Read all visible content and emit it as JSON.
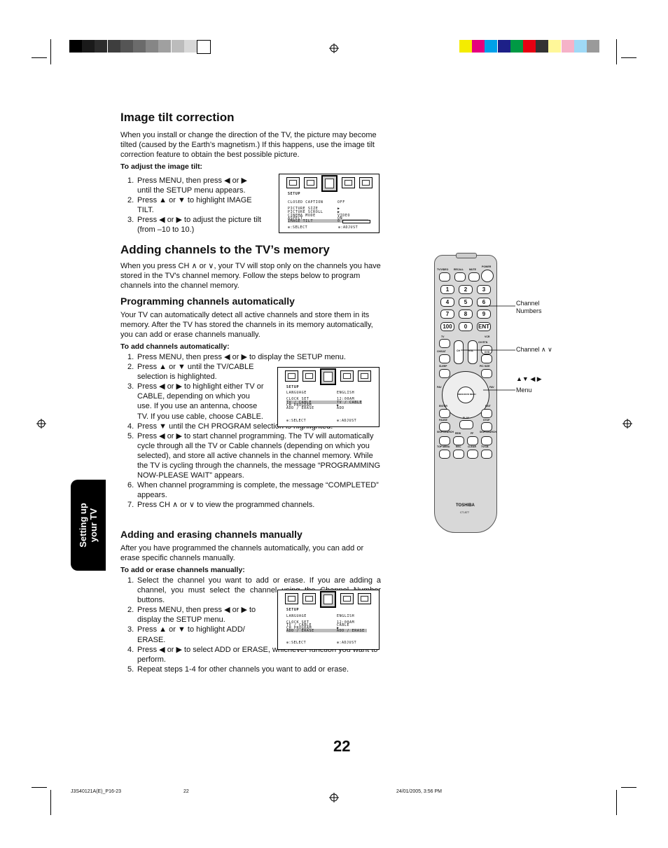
{
  "page": {
    "page_number": "22",
    "footer_left": "J3S40121A(E)_P16-23",
    "footer_mid": "22",
    "footer_right": "24/01/2005, 3:56 PM",
    "side_tab_line1": "Setting up",
    "side_tab_line2": "your TV"
  },
  "colors": {
    "gray_bar": [
      "#000000",
      "#1a1a1a",
      "#2c2c2c",
      "#3e3e3e",
      "#555555",
      "#6b6b6b",
      "#868686",
      "#a0a0a0",
      "#bcbcbc",
      "#d8d8d8",
      "#ffffff"
    ],
    "color_bar": [
      "#f4ec00",
      "#e6007e",
      "#00a0e9",
      "#1d2088",
      "#009944",
      "#e60012",
      "#333333",
      "#fff799",
      "#f5b2c8",
      "#9fd9f6",
      "#9a9a9a"
    ]
  },
  "tilt": {
    "title": "Image tilt correction",
    "intro": "When you install or change the direction of the TV, the picture may become tilted (caused by the Earth’s magnetism.) If this happens, use the image tilt correction feature to obtain the best possible picture.",
    "subhead": "To adjust the image tilt:",
    "steps": [
      "Press MENU, then press ◀ or ▶ until the SETUP menu appears.",
      "Press ▲ or ▼ to highlight IMAGE TILT.",
      "Press ◀ or ▶ to adjust the picture tilt (from –10 to 10.)"
    ],
    "osd": {
      "header": "SETUP",
      "rows": [
        "CLOSED CAPTION",
        "PICTURE SIZE",
        "PICTURE SCROLL",
        "CINEMA MODE",
        "ASPECT",
        "IMAGE TILT"
      ],
      "values": [
        "OFF",
        "▶",
        "▶",
        "VIDEO",
        "ON",
        "0"
      ],
      "footer_left": ":SELECT",
      "footer_right": ":ADJUST"
    }
  },
  "memory": {
    "title": "Adding channels to the TV’s memory",
    "intro": "When you press CH ∧ or ∨, your TV will stop only on the channels you have stored in the TV's channel memory. Follow the steps below to program channels into the channel memory.",
    "auto_title": "Programming channels automatically",
    "auto_intro": "Your TV can automatically detect all active channels and store them in its memory. After the TV has stored the channels in its memory automatically, you can add or erase channels manually.",
    "auto_sub": "To add channels automatically:",
    "auto_steps": [
      "Press MENU, then press ◀ or ▶ to display the SETUP menu.",
      "Press ▲ or ▼ until the TV/CABLE selection is highlighted.",
      "Press ◀ or ▶ to highlight either TV or CABLE, depending on which you use. If you use an antenna, choose TV. If you use cable, choose CABLE.",
      "Press ▼ until the CH PROGRAM selection is highlighted.",
      "Press ◀ or ▶ to start channel programming. The TV will automatically cycle through all the TV or Cable channels (depending on which you selected), and store all active channels in the channel memory. While the TV is cycling through the channels, the message “PROGRAMMING NOW-PLEASE WAIT” appears.",
      "When channel programming is complete, the message “COMPLETED” appears.",
      "Press CH ∧ or ∨ to view the programmed channels."
    ],
    "osd": {
      "header": "SETUP",
      "rows": [
        "LANGUAGE",
        "CLOCK SET",
        "TV / CABLE",
        "CH PROGRAM",
        "ADD / ERASE"
      ],
      "values": [
        "ENGLISH",
        "12:00AM",
        "TV / CABLE",
        "▶",
        "ADD"
      ],
      "footer_left": ":SELECT",
      "footer_right": ":ADJUST"
    },
    "manual_title": "Adding and erasing channels manually",
    "manual_intro": "After you have programmed the channels automatically, you can add or erase specific channels manually.",
    "manual_sub": "To add or erase channels manually:",
    "manual_steps": [
      "Select the channel you want to add or erase. If you are adding a channel, you must select the channel using the Channel Number buttons.",
      "Press MENU, then press ◀ or ▶ to display the SETUP menu.",
      "Press ▲ or ▼ to highlight ADD/ ERASE.",
      "Press ◀ or ▶ to select ADD or ERASE, whichever function you want to perform.",
      "Repeat steps 1-4 for other channels you want to add or erase."
    ],
    "osd2": {
      "header": "SETUP",
      "rows": [
        "LANGUAGE",
        "CLOCK SET",
        "TV / CABLE",
        "CH PROGRAM",
        "ADD / ERASE"
      ],
      "values": [
        "ENGLISH",
        "12:00AM",
        "CABLE",
        "▶",
        "ADD / ERASE"
      ],
      "footer_left": ":SELECT",
      "footer_right": ":ADJUST"
    }
  },
  "remote": {
    "brand": "TOSHIBA",
    "model": "CT-877",
    "top_labels": [
      "TV/VIDEO",
      "RECALL",
      "MUTE",
      "POWER"
    ],
    "digits": [
      "1",
      "2",
      "3",
      "4",
      "5",
      "6",
      "7",
      "8",
      "9",
      "100",
      "0",
      "ENT"
    ],
    "labels": {
      "tv": "TV",
      "vcr": "VCR",
      "chrtn": "CH RTN",
      "chsat": "CH/SAT",
      "dvd": "DVD",
      "sleep": "SLEEP",
      "picsize": "PIC SIZE",
      "ch": "CH",
      "vol": "VOL",
      "fav1": "FAV",
      "fav2": "FAV",
      "menu": "MENU/DVD MENU",
      "enter": "ENTER",
      "exit": "EXIT",
      "pause": "PAUSE",
      "play": "PLAY",
      "stop": "STOP",
      "skip1": "SKIP/SEARCH",
      "rew": "REW",
      "ff": "FF",
      "skip2": "SKIP/SEARCH",
      "topmenu": "TOP MENU",
      "rec": "REC",
      "clear": "CLEAR",
      "tvcb": "TV/CB"
    },
    "annotations": {
      "channel_numbers": "Channel Numbers",
      "channel_updown": "Channel ∧ ∨",
      "arrows": "▲▼ ◀ ▶",
      "menu": "Menu"
    }
  }
}
